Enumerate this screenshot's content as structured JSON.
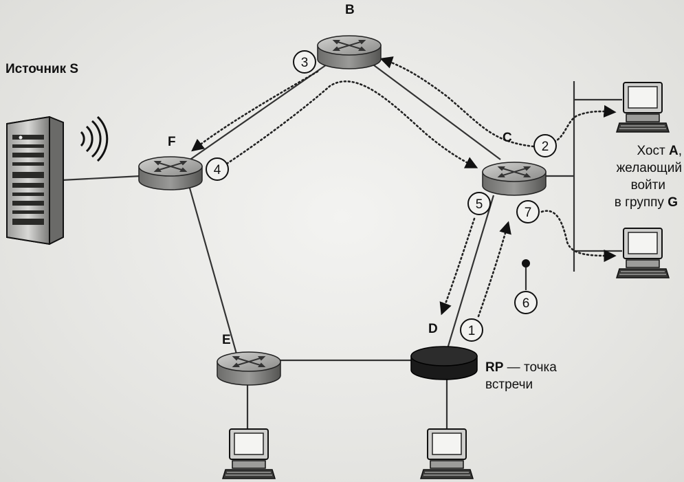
{
  "source_label": "Источник S",
  "routers": [
    {
      "id": "B",
      "label": "B"
    },
    {
      "id": "F",
      "label": "F"
    },
    {
      "id": "C",
      "label": "C"
    },
    {
      "id": "E",
      "label": "E"
    },
    {
      "id": "D",
      "label": "D"
    }
  ],
  "rp": {
    "bold": "RP",
    "rest": " — точка",
    "line2": "встречи"
  },
  "host": {
    "line1_text": "Хост ",
    "line1_bold": "A",
    "line1_tail": ",",
    "line2": "желающий",
    "line3": "войти",
    "line4_text": "в группу ",
    "line4_bold": "G"
  },
  "steps": [
    "1",
    "2",
    "3",
    "4",
    "5",
    "6",
    "7"
  ]
}
